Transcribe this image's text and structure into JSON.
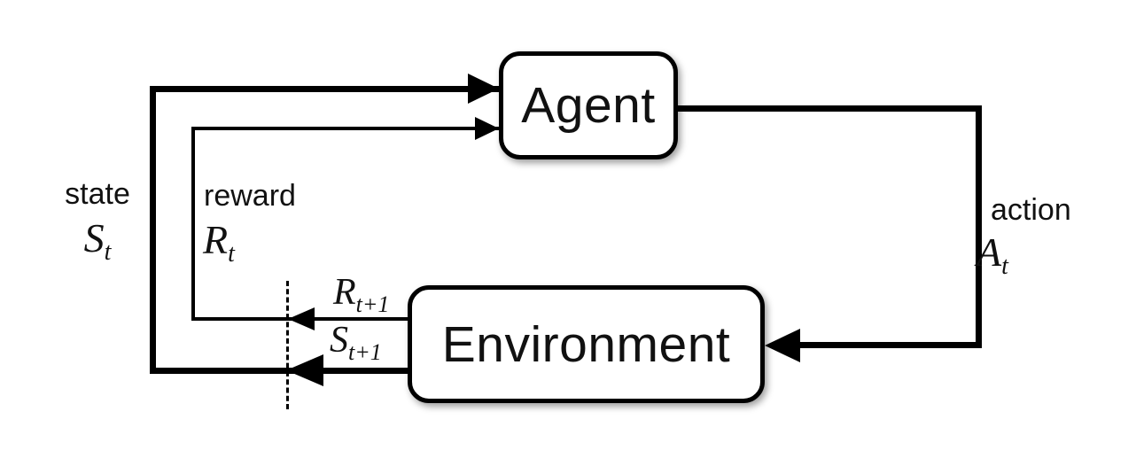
{
  "diagram": {
    "type": "flow-diagram",
    "description": "Reinforcement learning agent-environment interaction loop",
    "boxes": {
      "agent": "Agent",
      "environment": "Environment"
    },
    "labels": {
      "state": {
        "word": "state",
        "symbol": "S",
        "sub": "t"
      },
      "reward": {
        "word": "reward",
        "symbol": "R",
        "sub": "t"
      },
      "action": {
        "word": "action",
        "symbol": "A",
        "sub": "t"
      },
      "next_reward": {
        "symbol": "R",
        "sub": "t+1"
      },
      "next_state": {
        "symbol": "S",
        "sub": "t+1"
      }
    },
    "colors": {
      "line": "#000000",
      "box_border": "#000000",
      "box_fill": "#ffffff",
      "background": "#ffffff",
      "text": "#111111"
    }
  }
}
